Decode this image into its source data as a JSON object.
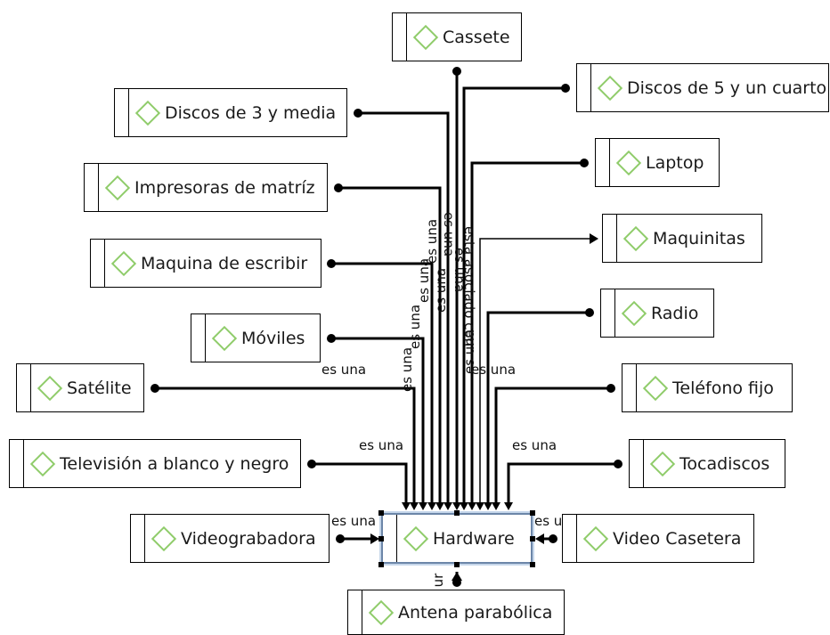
{
  "nodes": {
    "cassete": "Cassete",
    "discos_5": "Discos de 5 y un cuarto",
    "discos_3": "Discos de 3 y media",
    "laptop": "Laptop",
    "impresoras": "Impresoras de matríz",
    "maquinitas": "Maquinitas",
    "maquina_escribir": "Maquina de escribir",
    "radio": "Radio",
    "moviles": "Móviles",
    "satelite": "Satélite",
    "telefono": "Teléfono fijo",
    "television": "Televisión a blanco y negro",
    "tocadiscos": "Tocadiscos",
    "videograbadora": "Videograbadora",
    "hardware": "Hardware",
    "video_casetera": "Video Casetera",
    "antena": "Antena parabólica"
  },
  "edge_labels": {
    "generic": "es una",
    "esta_asociado": "esta asociado con",
    "truncated_right": "es un",
    "truncated_bottom": "s ur"
  },
  "icon_color": "#8fcc6a",
  "selection_color": "#6c86a8"
}
